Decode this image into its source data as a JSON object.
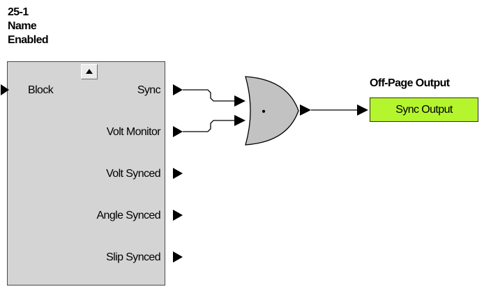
{
  "block": {
    "header": [
      "25-1",
      "Name",
      "Enabled"
    ],
    "inputs": [
      {
        "label": "Block"
      }
    ],
    "outputs": [
      {
        "label": "Sync"
      },
      {
        "label": "Volt Monitor"
      },
      {
        "label": "Volt Synced"
      },
      {
        "label": "Angle Synced"
      },
      {
        "label": "Slip Synced"
      }
    ]
  },
  "or_gate": {
    "symbol": "•"
  },
  "offpage_output": {
    "title": "Off-Page Output",
    "label": "Sync Output",
    "fill_color": "#b4f52e"
  }
}
